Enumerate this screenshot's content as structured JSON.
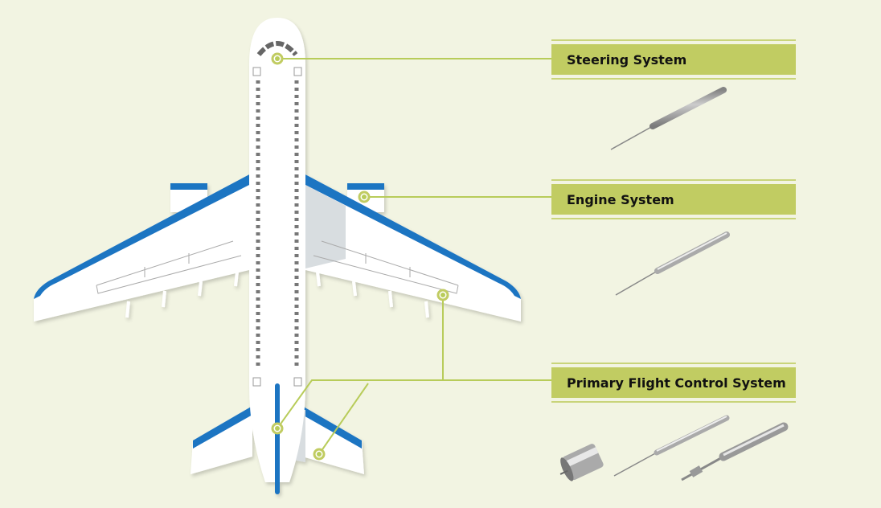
{
  "systems": [
    {
      "label": "Steering System"
    },
    {
      "label": "Engine System"
    },
    {
      "label": "Primary Flight Control System"
    }
  ],
  "colors": {
    "background": "#f2f4e2",
    "label_bg": "#c1cc62",
    "leader_line": "#b8cc5a",
    "wing_stripe": "#1f74c2"
  }
}
